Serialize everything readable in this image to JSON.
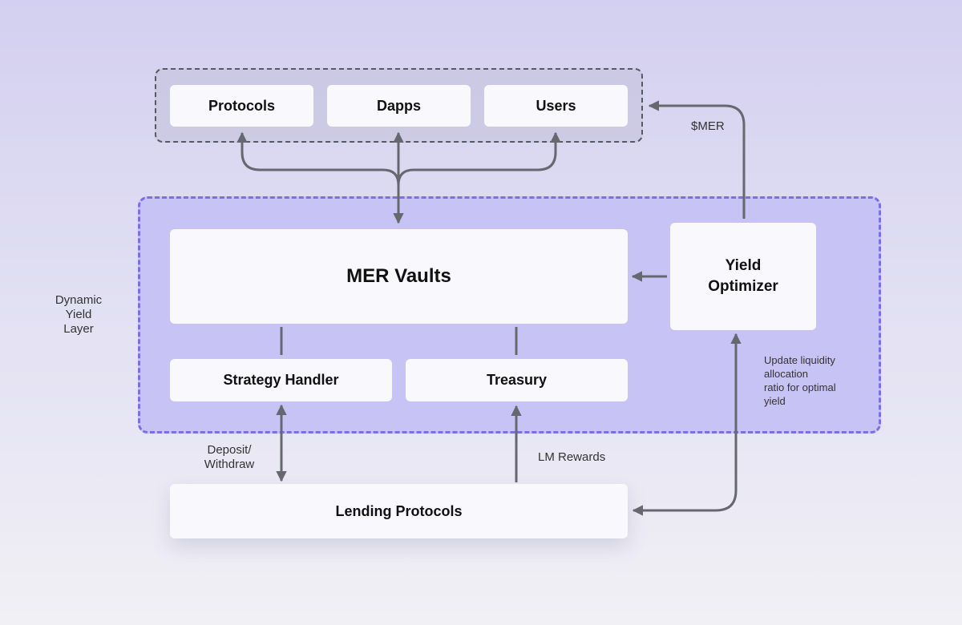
{
  "top_group": {
    "items": [
      {
        "label": "Protocols"
      },
      {
        "label": "Dapps"
      },
      {
        "label": "Users"
      }
    ]
  },
  "layer": {
    "label_lines": [
      "Dynamic",
      "Yield",
      "Layer"
    ],
    "vaults": "MER Vaults",
    "strategy_handler": "Strategy Handler",
    "treasury": "Treasury",
    "optimizer_lines": [
      "Yield",
      "Optimizer"
    ]
  },
  "lending": "Lending Protocols",
  "edge_labels": {
    "mer_token": "$MER",
    "deposit_lines": [
      "Deposit/",
      "Withdraw"
    ],
    "lm_rewards": "LM Rewards",
    "update_lines": [
      "Update liquidity",
      "allocation",
      "ratio for optimal",
      "yield"
    ]
  },
  "colors": {
    "arrow": "#666870",
    "layer_fill": "#c7c3f4",
    "layer_border": "#7a6fe6",
    "box_fill": "#f8f8fd"
  }
}
